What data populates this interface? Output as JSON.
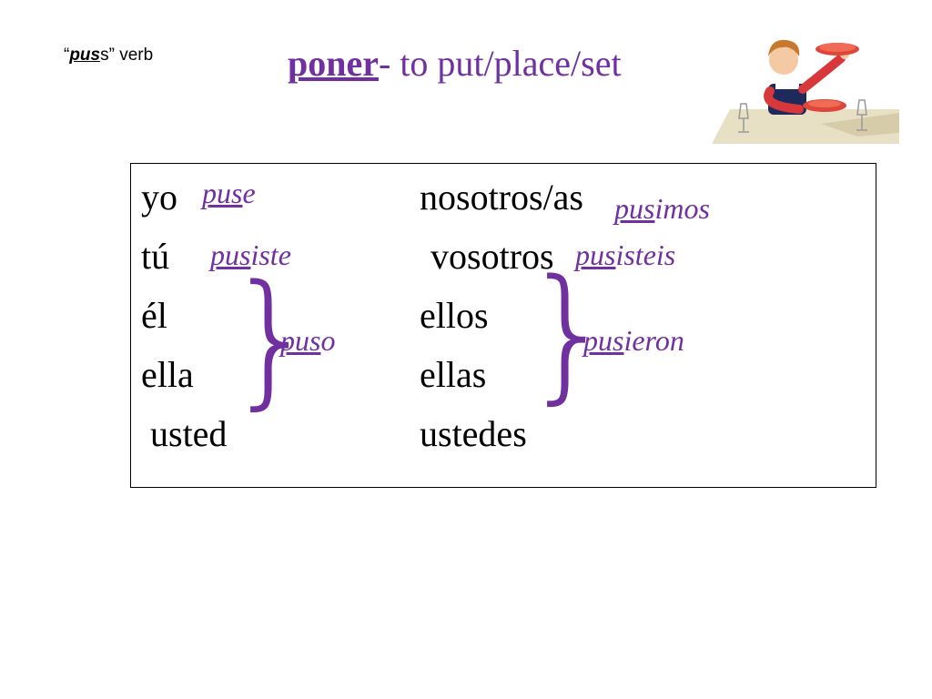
{
  "note": {
    "open_quote": "“",
    "stem": "pus",
    "rest": "s",
    "close": "” verb"
  },
  "title": {
    "verb": "poner",
    "meaning": "- to put/place/set"
  },
  "singular": {
    "yo": "yo",
    "tu": "tú",
    "el": "él",
    "ella": "ella",
    "usted": "usted"
  },
  "plural": {
    "nosotros": "nosotros/as",
    "vosotros": "vosotros",
    "ellos": "ellos",
    "ellas": "ellas",
    "ustedes": "ustedes"
  },
  "forms": {
    "yo": {
      "stem": "pus",
      "ending": "e"
    },
    "tu": {
      "stem": "pus",
      "ending": "iste"
    },
    "third_sing": {
      "stem": "pus",
      "ending": "o"
    },
    "nosotros": {
      "stem": "pus",
      "ending": "imos"
    },
    "vosotros": {
      "stem": "pus",
      "ending": "isteis"
    },
    "third_plural": {
      "stem": "pus",
      "ending": "ieron"
    }
  },
  "brace_glyph": "}",
  "illustration": "waiter-setting-table-image",
  "colors": {
    "accent": "#7030A0"
  }
}
